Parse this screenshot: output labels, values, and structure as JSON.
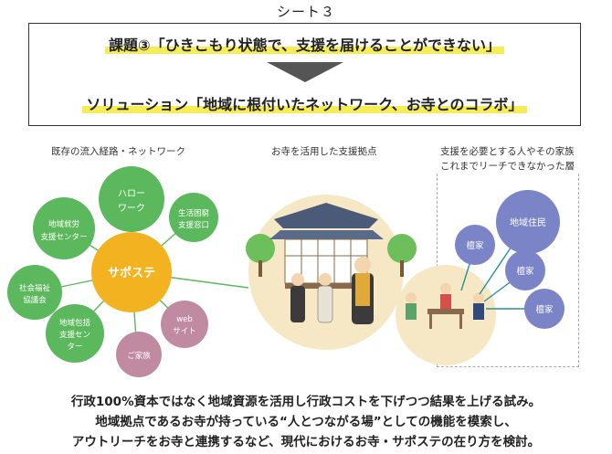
{
  "sheet_title": "シート３",
  "problem": "課題③「ひきこもり状態で、支援を届けることができない」",
  "solution": "ソリューション「地域に根付いたネットワーク、お寺とのコラボ」",
  "captions": {
    "left": "既存の流入経路・ネットワーク",
    "middle": "お寺を活用した支援拠点",
    "right_line1": "支援を必要とする人やその家族",
    "right_line2": "これまでリーチできなかった層"
  },
  "network": {
    "hub": "サポステ",
    "nodes": [
      {
        "line1": "ハロー",
        "line2": "ワーク",
        "color": "#5cb85c"
      },
      {
        "line1": "生活困窮",
        "line2": "支援窓口",
        "color": "#5cb85c"
      },
      {
        "line1": "地域就労",
        "line2": "支援センター",
        "color": "#5cb85c"
      },
      {
        "line1": "社会福祉",
        "line2": "協議会",
        "color": "#5cb85c"
      },
      {
        "line1": "地域包括",
        "line2": "支援セン",
        "line3": "ター",
        "color": "#5cb85c"
      },
      {
        "line1": "ご家族",
        "color": "#c08ba0"
      },
      {
        "line1": "web",
        "line2": "サイト",
        "color": "#c08ba0"
      }
    ]
  },
  "community": {
    "big": "地域住民",
    "small": [
      "檀家",
      "檀家",
      "檀家"
    ]
  },
  "bottom_text": {
    "line1": "行政100%資本ではなく地域資源を活用し行政コストを下げつつ結果を上げる試み。",
    "line2": "地域拠点であるお寺が持っている“人とつながる場”としての機能を模索し、",
    "line3": "アウトリーチをお寺と連携するなど、現代におけるお寺・サポステの在り方を検討。"
  },
  "colors": {
    "highlight": "#f6ec55",
    "hub": "#f3b321",
    "green": "#5cb85c",
    "mauve": "#c08ba0",
    "purple": "#7b84c6",
    "line_teal": "#2a8f96"
  }
}
